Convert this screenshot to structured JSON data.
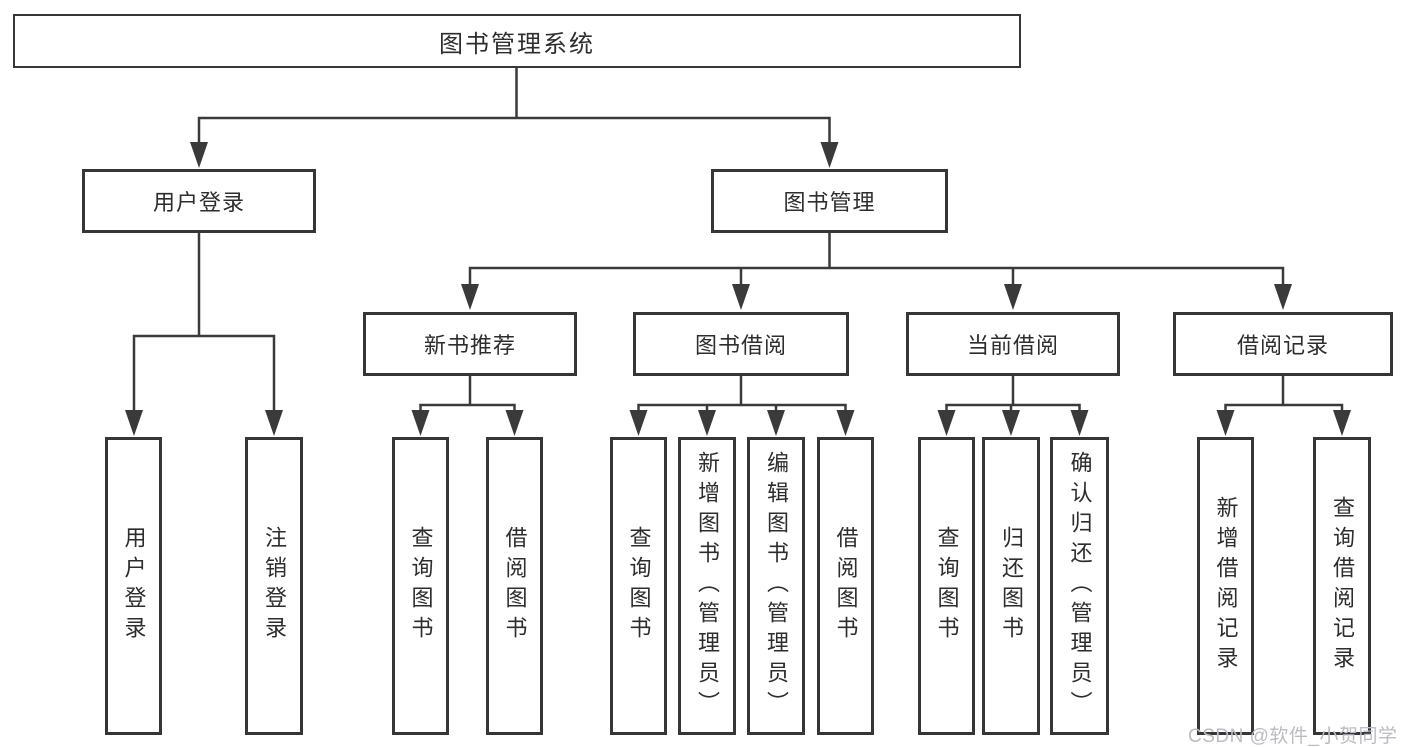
{
  "diagram": {
    "root": {
      "label": "图书管理系统"
    },
    "branches": [
      {
        "label": "用户登录",
        "children": [
          {
            "label": "用户登录"
          },
          {
            "label": "注销登录"
          }
        ]
      },
      {
        "label": "图书管理",
        "groups": [
          {
            "label": "新书推荐",
            "children": [
              {
                "label": "查询图书"
              },
              {
                "label": "借阅图书"
              }
            ]
          },
          {
            "label": "图书借阅",
            "children": [
              {
                "label": "查询图书"
              },
              {
                "label": "新增图书（管理员）"
              },
              {
                "label": "编辑图书（管理员）"
              },
              {
                "label": "借阅图书"
              }
            ]
          },
          {
            "label": "当前借阅",
            "children": [
              {
                "label": "查询图书"
              },
              {
                "label": "归还图书"
              },
              {
                "label": "确认归还（管理员）"
              }
            ]
          },
          {
            "label": "借阅记录",
            "children": [
              {
                "label": "新增借阅记录"
              },
              {
                "label": "查询借阅记录"
              }
            ]
          }
        ]
      }
    ]
  },
  "watermark": {
    "text": "CSDN @软件_小贺同学"
  },
  "colors": {
    "background": "#ffffff",
    "line": "#3a3a3a",
    "border": "#363636",
    "text": "#2d2d2d",
    "watermark": "#b9bdc3"
  }
}
